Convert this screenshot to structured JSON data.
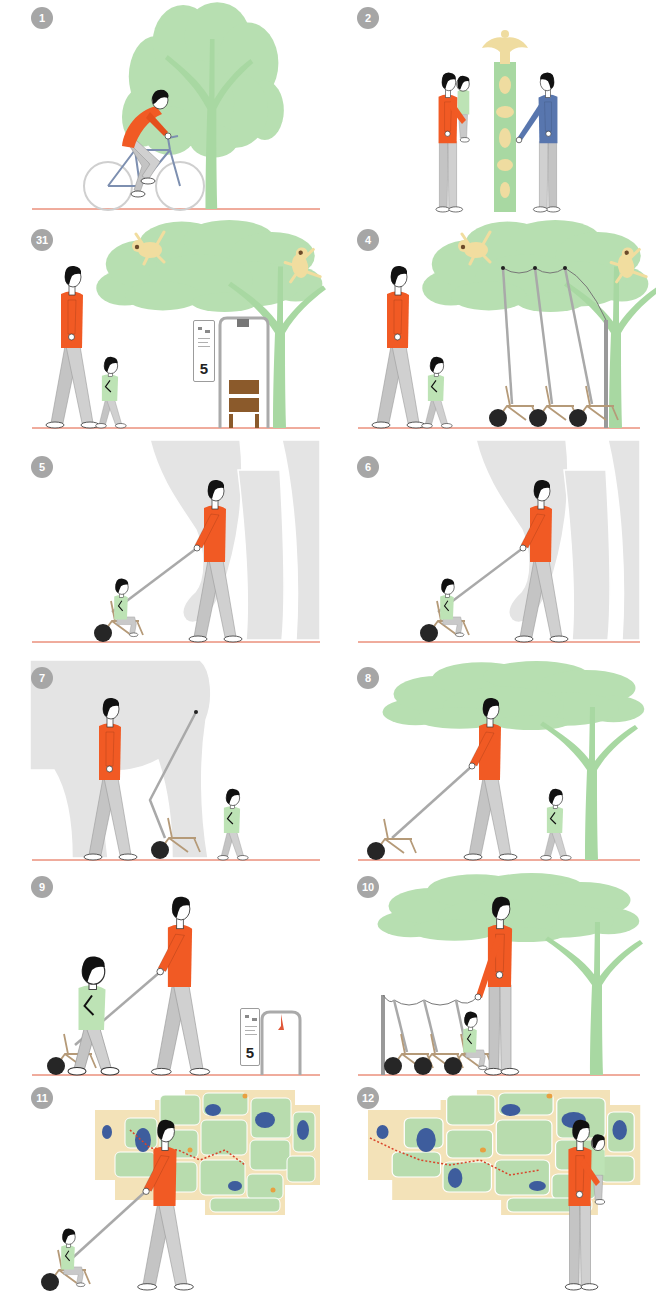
{
  "diagram": {
    "nodes": [
      {
        "text": [
          "1"
        ]
      },
      {
        "text": [
          "2"
        ]
      },
      {
        "text": [
          "31"
        ]
      },
      {
        "text": [
          "5"
        ]
      },
      {
        "text": [
          "4"
        ]
      },
      {
        "text": [
          "5"
        ]
      },
      {
        "text": [
          "6"
        ]
      },
      {
        "text": [
          "7"
        ]
      },
      {
        "text": [
          "8"
        ]
      },
      {
        "text": [
          "9"
        ]
      },
      {
        "text": [
          "5"
        ]
      },
      {
        "text": [
          "10"
        ]
      },
      {
        "text": [
          "11"
        ]
      },
      {
        "text": [
          "12"
        ]
      }
    ]
  }
}
